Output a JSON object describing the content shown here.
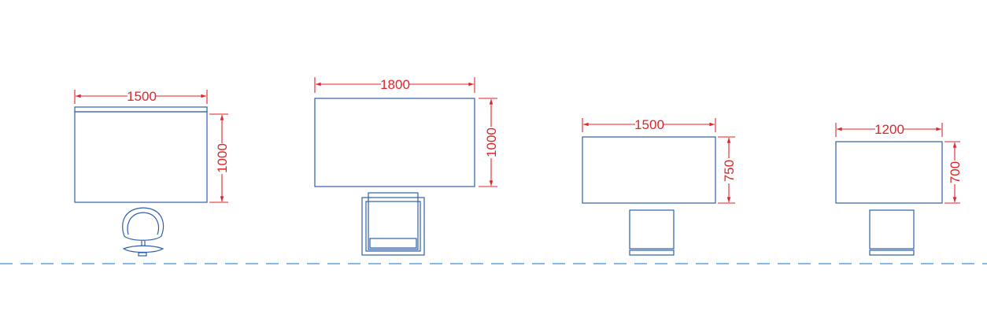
{
  "desks": [
    {
      "id": "desk-1",
      "width_label": "1500",
      "height_label": "1000",
      "seat": "swivel-chair"
    },
    {
      "id": "desk-2",
      "width_label": "1800",
      "height_label": "1000",
      "seat": "armchair"
    },
    {
      "id": "desk-3",
      "width_label": "1500",
      "height_label": "750",
      "seat": "stool"
    },
    {
      "id": "desk-4",
      "width_label": "1200",
      "height_label": "700",
      "seat": "stool"
    }
  ],
  "colors": {
    "outline": "#2f5fa8",
    "dimension": "#e0242a",
    "floor_line": "#3d8fd6",
    "background": "#ffffff"
  }
}
